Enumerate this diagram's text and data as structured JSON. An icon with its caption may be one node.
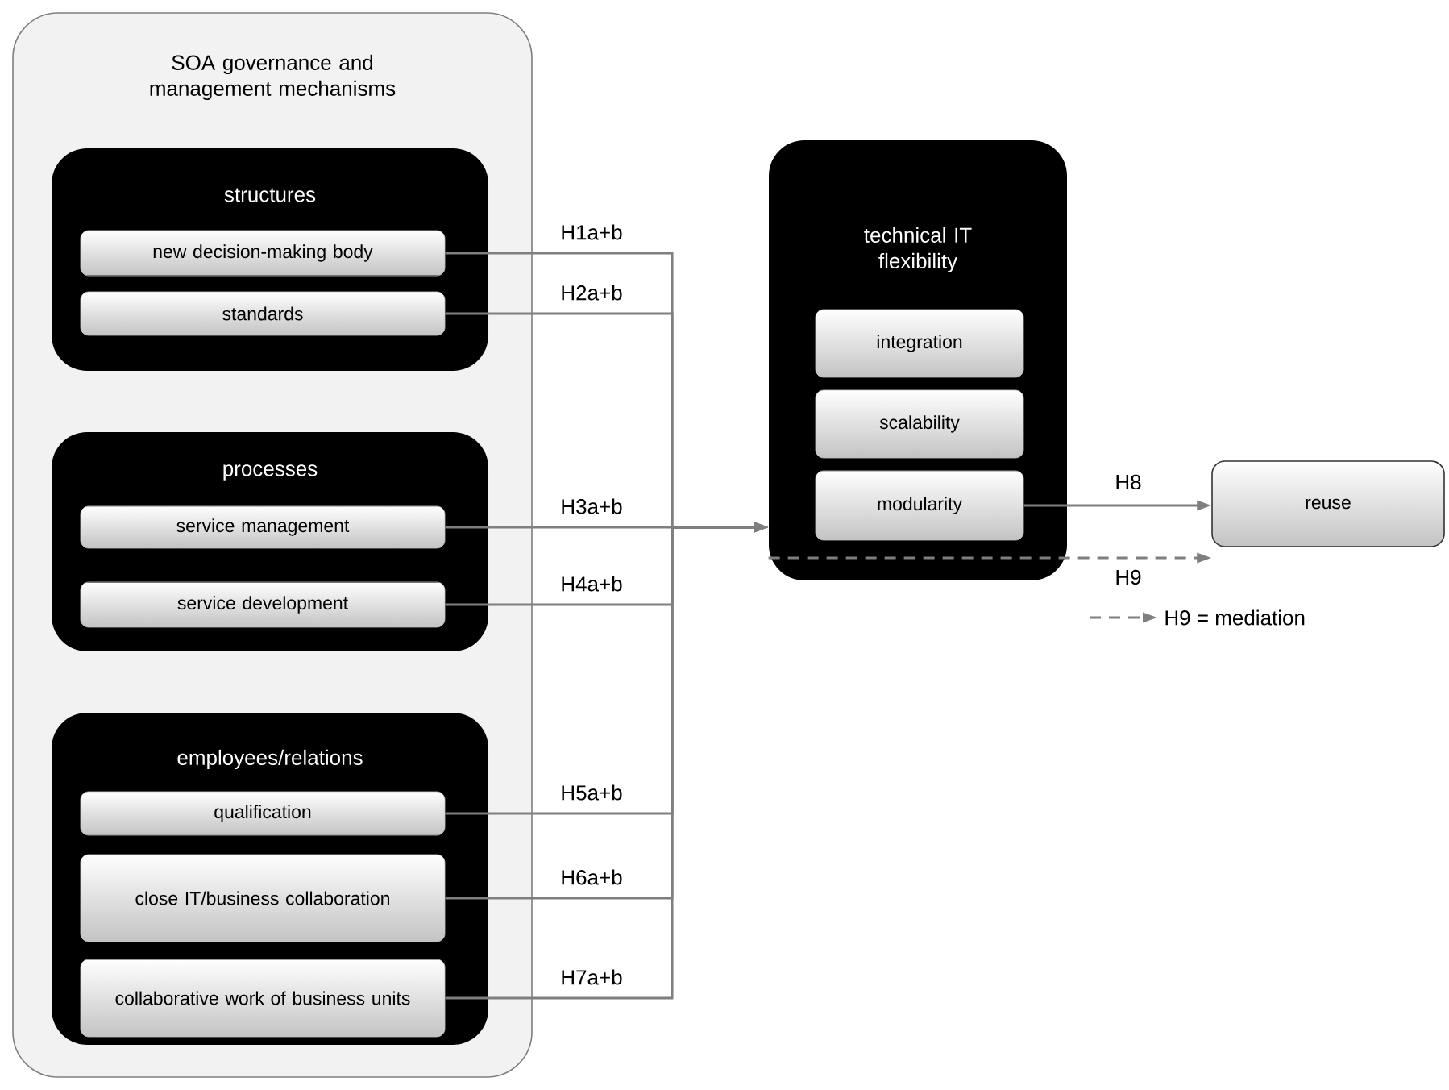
{
  "diagram": {
    "nodes": [
      {
        "text": [
          "SOA governance and management mechanisms"
        ]
      },
      {
        "text": [
          "structures"
        ],
        "in": 0
      },
      {
        "text": [
          "new decision-making body"
        ],
        "in": 1
      },
      {
        "text": [
          "standards"
        ],
        "in": 1
      },
      {
        "text": [
          "processes"
        ],
        "in": 0
      },
      {
        "text": [
          "service management"
        ],
        "in": 4
      },
      {
        "text": [
          "service development"
        ],
        "in": 4
      },
      {
        "text": [
          "employees/relations"
        ],
        "in": 0
      },
      {
        "text": [
          "qualification"
        ],
        "in": 7
      },
      {
        "text": [
          "close IT/business collaboration"
        ],
        "in": 7
      },
      {
        "text": [
          "collaborative work of business units"
        ],
        "in": 7
      },
      {
        "text": [
          "technical IT flexibility"
        ]
      },
      {
        "text": [
          "integration"
        ],
        "in": 11
      },
      {
        "text": [
          "scalability"
        ],
        "in": 11
      },
      {
        "text": [
          "modularity"
        ],
        "in": 11
      },
      {
        "text": [
          "reuse"
        ]
      }
    ],
    "edges": [
      {
        "from": 2,
        "to": 11,
        "arrow": "to",
        "label": "H1a+b"
      },
      {
        "from": 3,
        "to": 11,
        "arrow": "to",
        "label": "H2a+b"
      },
      {
        "from": 5,
        "to": 11,
        "arrow": "to",
        "label": "H3a+b"
      },
      {
        "from": 6,
        "to": 11,
        "arrow": "to",
        "label": "H4a+b"
      },
      {
        "from": 8,
        "to": 11,
        "arrow": "to",
        "label": "H5a+b"
      },
      {
        "from": 9,
        "to": 11,
        "arrow": "to",
        "label": "H6a+b"
      },
      {
        "from": 10,
        "to": 11,
        "arrow": "to",
        "label": "H7a+b"
      },
      {
        "from": 14,
        "to": 15,
        "arrow": "to",
        "label": "H8"
      },
      {
        "from": 11,
        "to": 15,
        "arrow": "to",
        "label": "H9",
        "style": "dashed"
      }
    ],
    "legend": [
      {
        "text": "H9 = mediation"
      }
    ]
  }
}
